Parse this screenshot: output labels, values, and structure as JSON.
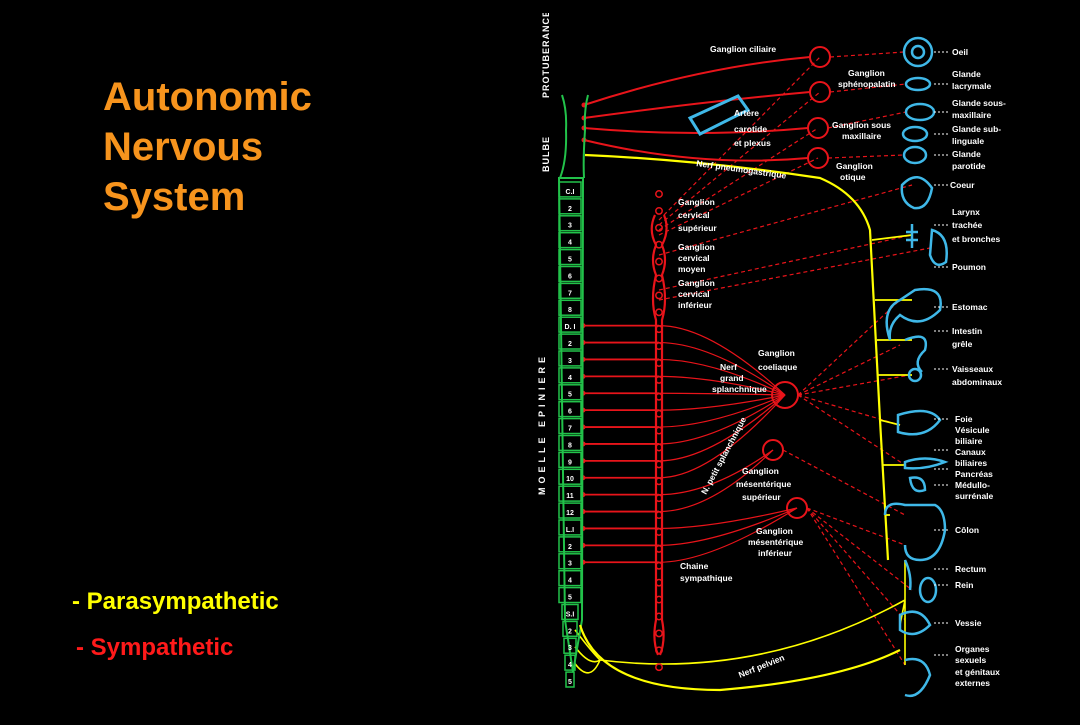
{
  "slide": {
    "title_lines": [
      "Autonomic",
      "Nervous",
      "System"
    ],
    "legend": {
      "parasympathetic": "- Parasympathetic",
      "sympathetic": "- Sympathetic"
    }
  },
  "colors": {
    "background": "#000000",
    "title": "#f7941d",
    "parasympathetic": "#ffff00",
    "sympathetic": "#ff1a1a",
    "spinal_cord": "#22c24a",
    "organs": "#3fb8e8"
  },
  "diagram": {
    "vertical_labels": {
      "brainstem_top": "PROTUBERANCE",
      "brainstem_bottom": "BULBE",
      "spinal_cord": "MOELLE EPINIERE"
    },
    "segments": [
      "C.I",
      "2",
      "3",
      "4",
      "5",
      "6",
      "7",
      "8",
      "D. I",
      "2",
      "3",
      "4",
      "5",
      "6",
      "7",
      "8",
      "9",
      "10",
      "11",
      "12",
      "L.I",
      "2",
      "3",
      "4",
      "5",
      "S.I",
      "2",
      "3",
      "4",
      "5"
    ],
    "ganglia_labels": {
      "ciliaire": "Ganglion ciliaire",
      "spheno_1": "Ganglion",
      "spheno_2": "sphénopalatin",
      "sous_max_1": "Ganglion sous",
      "sous_max_2": "maxillaire",
      "otique_1": "Ganglion",
      "otique_2": "otique",
      "artere_1": "Artère",
      "artere_2": "carotide",
      "artere_3": "et plexus",
      "pneumo": "Nerf pneumogastrique",
      "cerv_sup_1": "Ganglion",
      "cerv_sup_2": "cervical",
      "cerv_sup_3": "supérieur",
      "cerv_moy_1": "Ganglion",
      "cerv_moy_2": "cervical",
      "cerv_moy_3": "moyen",
      "cerv_inf_1": "Ganglion",
      "cerv_inf_2": "cervical",
      "cerv_inf_3": "inférieur",
      "grand_1": "Nerf",
      "grand_2": "grand",
      "grand_3": "splanchnique",
      "coeliaque_1": "Ganglion",
      "coeliaque_2": "coeliaque",
      "petit": "N. petit splanchnique",
      "mes_sup_1": "Ganglion",
      "mes_sup_2": "mésentérique",
      "mes_sup_3": "supérieur",
      "mes_inf_1": "Ganglion",
      "mes_inf_2": "mésentérique",
      "mes_inf_3": "inférieur",
      "chaine_1": "Chaine",
      "chaine_2": "sympathique",
      "pelvien": "Nerf pelvien"
    },
    "organ_labels": {
      "oeil": "Oeil",
      "lacry_1": "Glande",
      "lacry_2": "lacrymale",
      "sousmax_1": "Glande sous-",
      "sousmax_2": "maxillaire",
      "subling_1": "Glande sub-",
      "subling_2": "linguale",
      "parot_1": "Glande",
      "parot_2": "parotide",
      "coeur": "Coeur",
      "larynx_1": "Larynx",
      "larynx_2": "trachée",
      "larynx_3": "et bronches",
      "poumon": "Poumon",
      "estomac": "Estomac",
      "intestin_1": "Intestin",
      "intestin_2": "grêle",
      "vaiss_1": "Vaisseaux",
      "vaiss_2": "abdominaux",
      "foie": "Foie",
      "vesicule_1": "Vésicule",
      "vesicule_2": "biliaire",
      "canaux_1": "Canaux",
      "canaux_2": "biliaires",
      "pancreas": "Pancréas",
      "medullo_1": "Médullo-",
      "medullo_2": "surrénale",
      "colon": "Côlon",
      "rectum": "Rectum",
      "rein": "Rein",
      "vessie": "Vessie",
      "organes_1": "Organes",
      "organes_2": "sexuels",
      "organes_3": "et génitaux",
      "organes_4": "externes"
    }
  }
}
